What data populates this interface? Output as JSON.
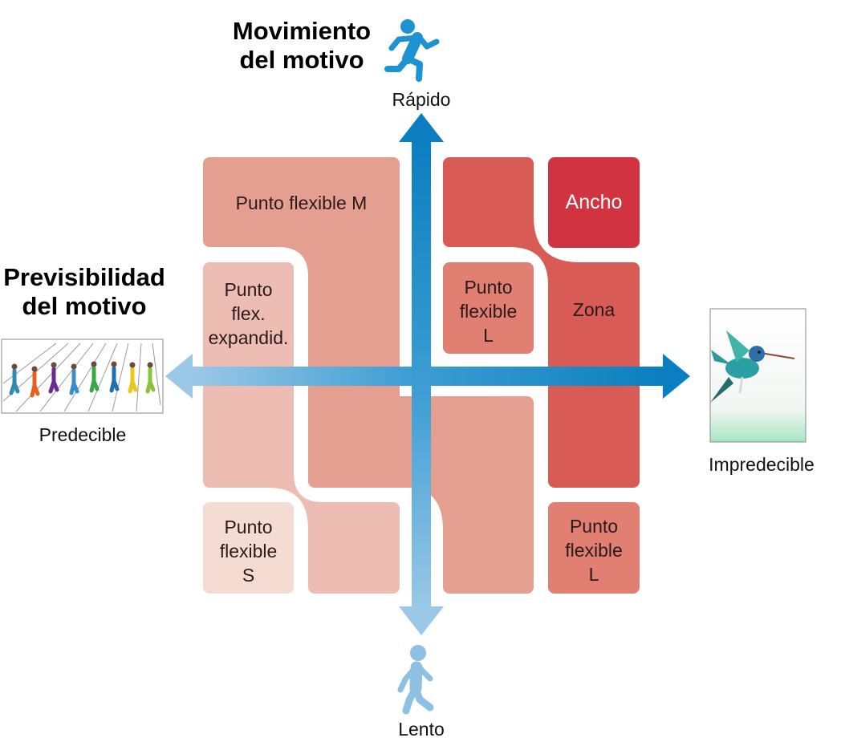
{
  "headings": {
    "vertical_axis": "Movimiento\ndel motivo",
    "horizontal_axis": "Previsibilidad\ndel motivo"
  },
  "axis_labels": {
    "top": "Rápido",
    "bottom": "Lento",
    "left": "Predecible",
    "right": "Impredecible"
  },
  "zones": {
    "flex_m": "Punto flexible M",
    "flex_expanded": "Punto\nflex.\nexpandid.",
    "flex_s": "Punto\nflexible\nS",
    "flex_l_upper": "Punto\nflexible\nL",
    "flex_l_lower": "Punto\nflexible\nL",
    "wide": "Ancho",
    "zone": "Zona"
  },
  "icons": {
    "top": "running-person-icon",
    "bottom": "walking-person-icon",
    "left_image": "sprinters-photo",
    "right_image": "hummingbird-photo"
  },
  "colors": {
    "axis_blue": "#0a86c4",
    "axis_light_blue": "#8ec0e2",
    "flex_s": "#f4dcd3",
    "flex_expanded": "#edbcb3",
    "flex_m": "#e49f90",
    "flex_l": "#e07f72",
    "zone": "#d85b56",
    "wide": "#d13440"
  }
}
